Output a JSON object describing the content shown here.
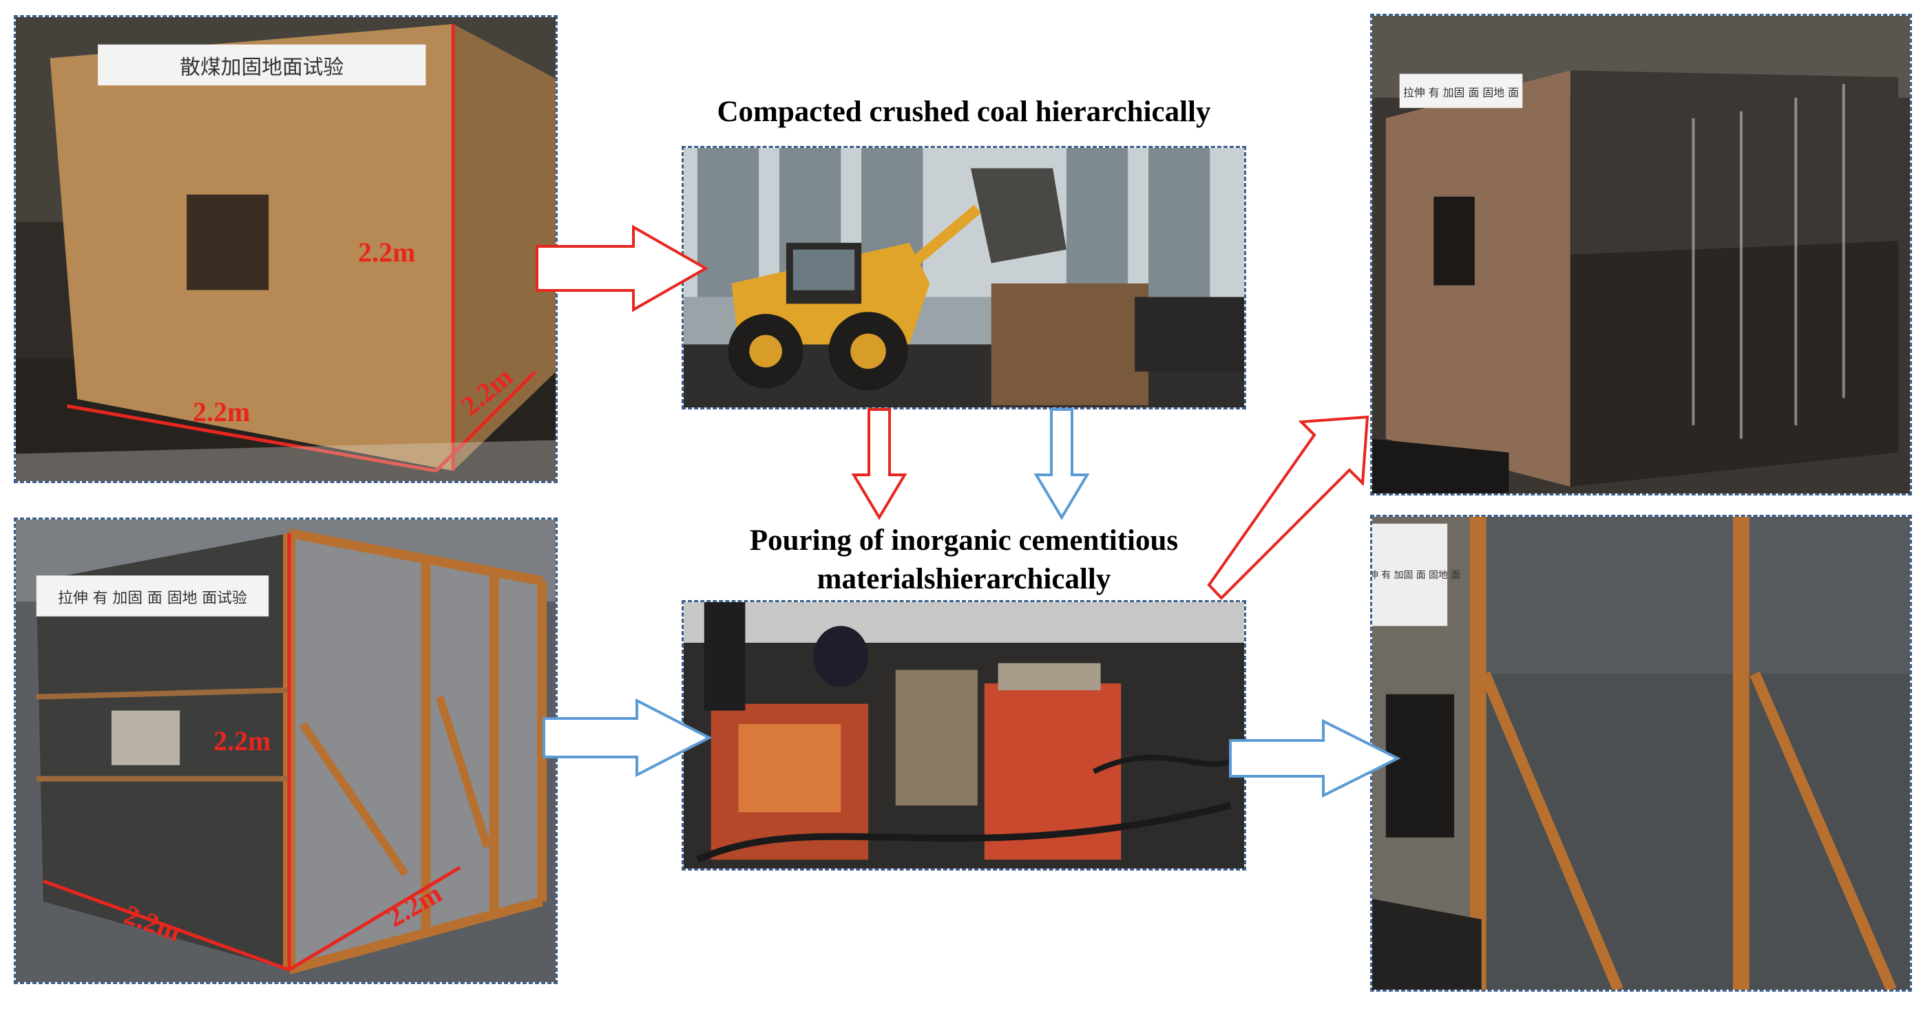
{
  "captions": {
    "compacted": "Compacted crushed coal hierarchically",
    "pouring_line1": "Pouring of inorganic cementitious",
    "pouring_line2": "materialshierarchically"
  },
  "dimensions": {
    "box1_height": "2.2m",
    "box1_width": "2.2m",
    "box1_depth": "2.2m",
    "box2_height": "2.2m",
    "box2_width": "2.2m",
    "box2_depth": "2.2m"
  },
  "signs": {
    "box1_sign": "散煤加固地面试验",
    "box2_sign": "拉伸 有 加固 面 固地 面试验",
    "result1_sign": "拉伸 有 加固 面 固地 面",
    "result2_sign": "拉伸 有 加固 面 固地 面"
  },
  "colors": {
    "red_arrow": "#e8261f",
    "blue_arrow": "#5b9bd5",
    "dimension_text": "#e8261f",
    "frame_dash": "#3d5f8a"
  }
}
